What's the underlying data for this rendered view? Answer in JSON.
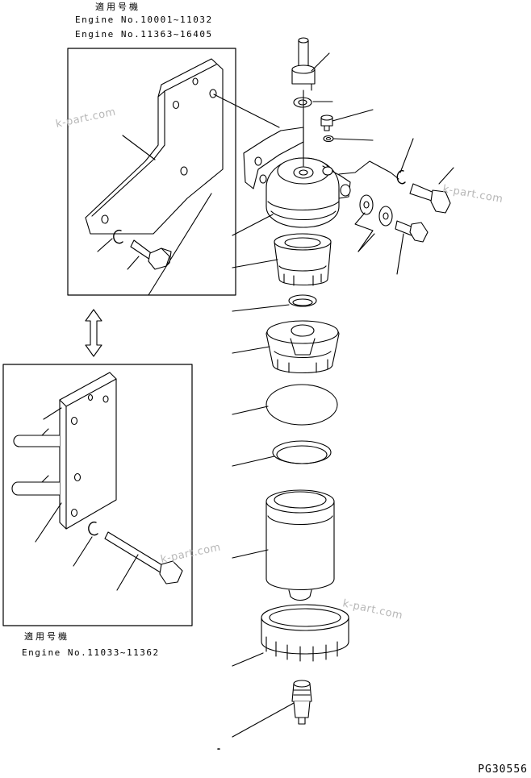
{
  "applicability_top": {
    "heading": "適用号機",
    "lines": [
      "Engine No.10001~11032",
      "Engine No.11363~16405"
    ]
  },
  "applicability_bottom": {
    "heading": "適用号機",
    "lines": [
      "Engine No.11033~11362"
    ]
  },
  "drawing_code": "PG30556",
  "watermark": "k-part.com",
  "colors": {
    "line": "#000000",
    "watermark": "#b8b8b8"
  }
}
